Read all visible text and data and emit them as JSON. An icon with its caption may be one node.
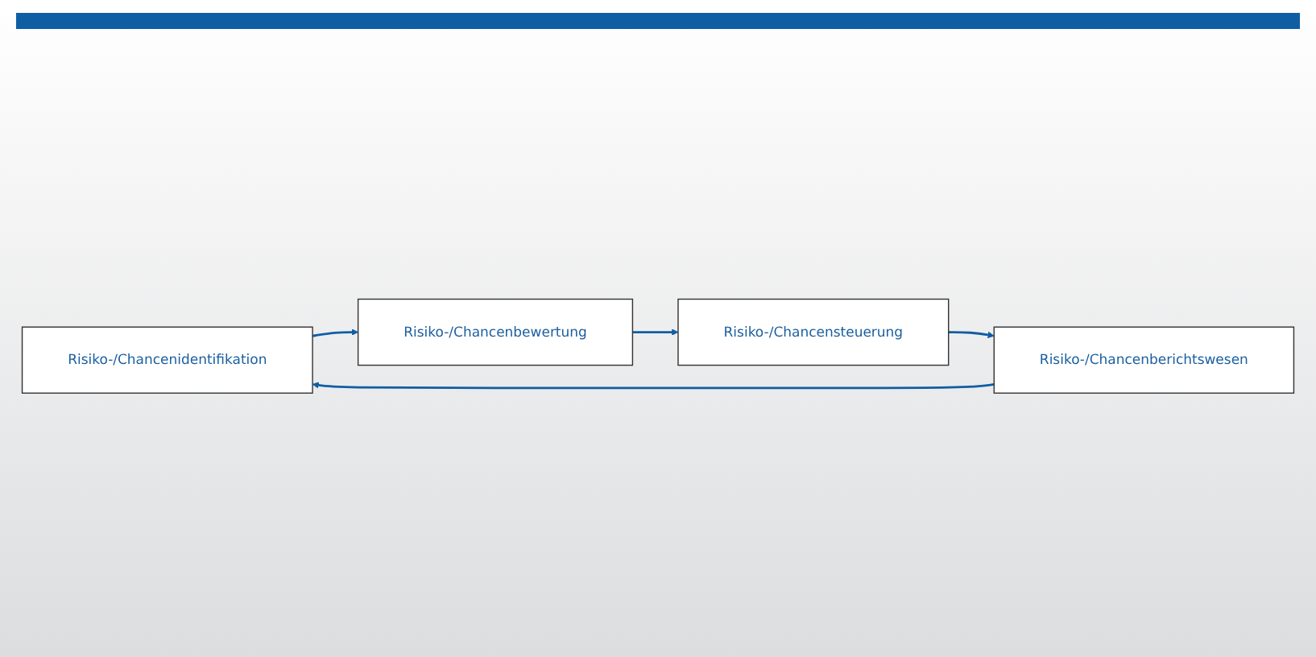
{
  "diagram": {
    "nodes": [
      {
        "text": [
          "Risiko-/Chancenidentifikation"
        ]
      },
      {
        "text": [
          "Risiko-/Chancenbewertung"
        ]
      },
      {
        "text": [
          "Risiko-/Chancensteuerung"
        ]
      },
      {
        "text": [
          "Risiko-/Chancenberichtswesen"
        ]
      }
    ],
    "edges": [
      {
        "from": 0,
        "to": 1,
        "arrow": "to"
      },
      {
        "from": 1,
        "to": 2,
        "arrow": "to"
      },
      {
        "from": 2,
        "to": 3,
        "arrow": "to"
      },
      {
        "from": 3,
        "to": 0,
        "arrow": "to"
      }
    ]
  }
}
